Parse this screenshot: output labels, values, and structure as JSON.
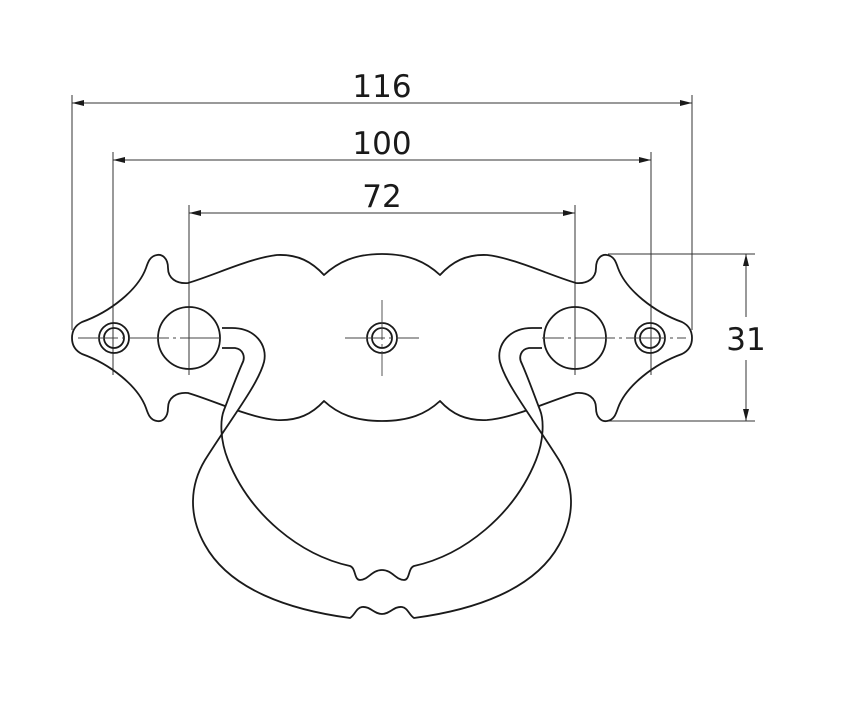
{
  "drawing": {
    "dimensions": {
      "overall_width": "116",
      "hole_spacing_outer": "100",
      "hole_spacing_inner": "72",
      "backplate_height": "31"
    },
    "line_color": "#1a1a1a",
    "background": "#ffffff"
  }
}
